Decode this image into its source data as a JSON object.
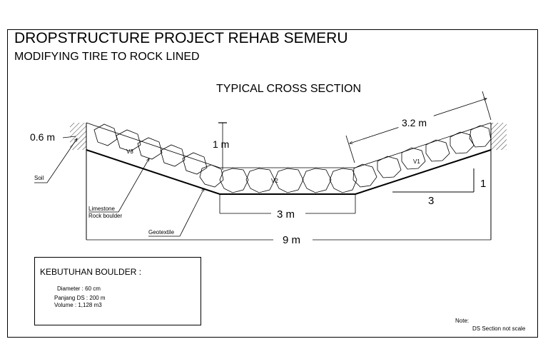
{
  "title": "DROPSTRUCTURE PROJECT REHAB SEMERU",
  "subtitle": "MODIFYING TIRE TO ROCK LINED",
  "section_title": "TYPICAL CROSS SECTION",
  "dimensions": {
    "slope_length": "3.2 m",
    "bank_height": "0.6 m",
    "depth": "1 m",
    "bottom_width": "3 m",
    "top_width": "9 m",
    "slope_v": "1",
    "slope_h": "3"
  },
  "labels": {
    "v1": "V1",
    "v2": "V2",
    "v3": "V3",
    "soil": "Soil",
    "limestone_1": "Limestone",
    "limestone_2": "Rock boulder",
    "geotextile": "Geotextile"
  },
  "requirements": {
    "title": "KEBUTUHAN BOULDER :",
    "diameter": "Diameter    : 60 cm",
    "length": "Panjang DS : 200 m",
    "volume": "Volume      : 1,128 m3"
  },
  "note": {
    "label": "Note:",
    "text": "DS Section not scale"
  }
}
